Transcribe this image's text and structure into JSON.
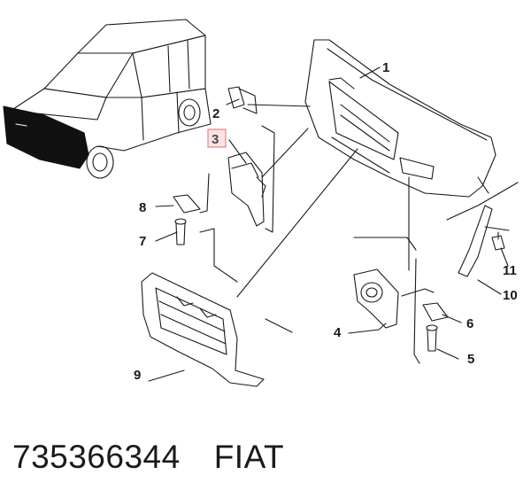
{
  "callouts": [
    {
      "id": "1",
      "label": "1"
    },
    {
      "id": "2",
      "label": "2"
    },
    {
      "id": "3",
      "label": "3",
      "highlighted": true
    },
    {
      "id": "4",
      "label": "4"
    },
    {
      "id": "5",
      "label": "5"
    },
    {
      "id": "6",
      "label": "6"
    },
    {
      "id": "7",
      "label": "7"
    },
    {
      "id": "8",
      "label": "8"
    },
    {
      "id": "9",
      "label": "9"
    },
    {
      "id": "10",
      "label": "10"
    },
    {
      "id": "11",
      "label": "11"
    }
  ],
  "caption": {
    "part_number": "735366344",
    "brand": "FIAT"
  },
  "colors": {
    "line": "#1a1a1a",
    "highlight_box": "#e08a8a",
    "highlight_fill": "#fbe3e3"
  }
}
